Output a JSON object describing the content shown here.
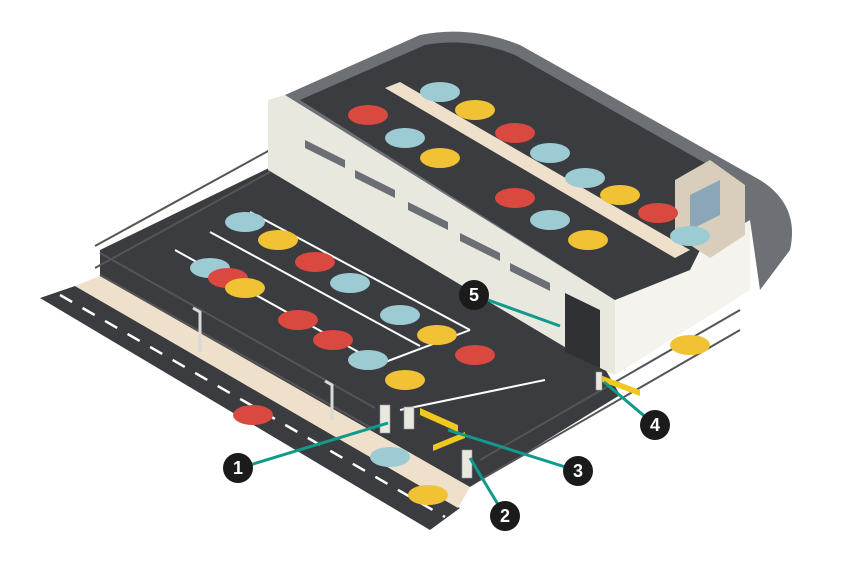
{
  "callouts": [
    {
      "id": "1",
      "label": "1"
    },
    {
      "id": "2",
      "label": "2"
    },
    {
      "id": "3",
      "label": "3"
    },
    {
      "id": "4",
      "label": "4"
    },
    {
      "id": "5",
      "label": "5"
    }
  ],
  "colors": {
    "asphalt": "#3a3c40",
    "sidewalk": "#efe0cc",
    "building_wall": "#e9e8df",
    "roof_curve": "#6d7075",
    "callout_line": "#0f9b8c",
    "callout_badge": "#1b1b1b",
    "car_red": "#d9493f",
    "car_yellow": "#f1c233",
    "car_blue": "#9ccbd3",
    "barrier_arm": "#f0c81e"
  }
}
